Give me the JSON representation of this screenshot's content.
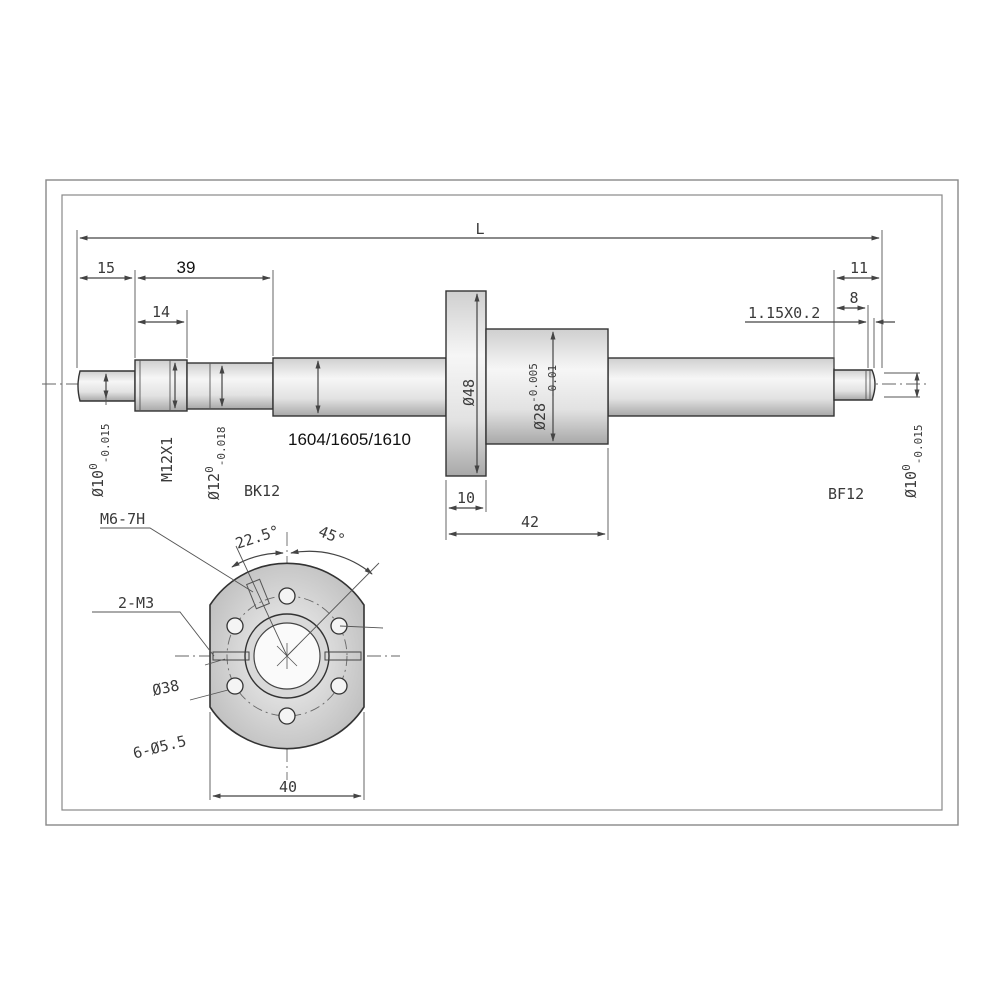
{
  "dimensions": {
    "overall_length": "L",
    "left_end_15": "15",
    "left_section_39": "39",
    "left_thread_14": "14",
    "right_end_11": "11",
    "right_end_8": "8",
    "groove": "1.15X0.2",
    "nut_flange_10": "10",
    "nut_length_42": "42",
    "flange_dia": "Ø48",
    "nut_body_dia": "Ø28",
    "nut_body_tol_upper": "-0.005",
    "nut_body_tol_lower": "-0.01",
    "shaft_left_dia": "Ø10",
    "shaft_left_tol_upper": "0",
    "shaft_left_tol_lower": "-0.015",
    "thread_left": "M12X1",
    "shaft_mid_dia": "Ø12",
    "shaft_mid_tol_upper": "0",
    "shaft_mid_tol_lower": "-0.018",
    "shaft_right_dia": "Ø10",
    "shaft_right_tol_upper": "0",
    "shaft_right_tol_lower": "-0.015"
  },
  "labels": {
    "model_numbers": "1604/1605/1610",
    "left_support": "BK12",
    "right_support": "BF12"
  },
  "flange_view": {
    "thread_callout": "M6-7H",
    "angle_1": "22.5°",
    "angle_2": "45°",
    "oil_hole": "2-M3",
    "bolt_circle": "Ø38",
    "bolt_holes": "6-Ø5.5",
    "width": "40"
  },
  "colors": {
    "line": "#444444",
    "steel_light": "#f2f2f2",
    "steel_dark": "#9a9a9a"
  }
}
